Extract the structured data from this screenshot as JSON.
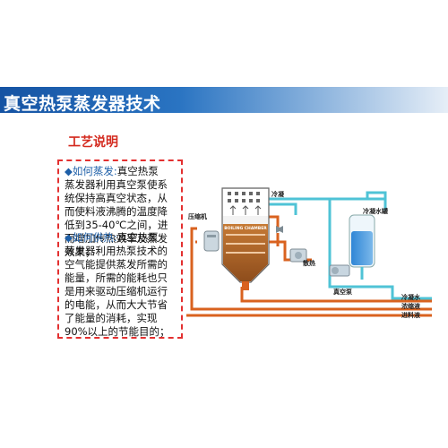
{
  "header": {
    "title": "真空热泵蒸发器技术"
  },
  "section": {
    "title": "工艺说明"
  },
  "description": {
    "item1_heading": "◆如何蒸发:",
    "item1_lines": [
      "真空热泵",
      "蒸发器利用真空泵使系",
      "统保持高真空状态，从",
      "而使料液沸腾的温度降",
      "低到35-40℃之间，进",
      "而增加传热效率及蒸发",
      "效果；"
    ],
    "item2_heading": "◆如何供热:",
    "item2_lines": [
      "真空热泵",
      "蒸发器利用热泵技术的",
      "空气能提供蒸发所需的",
      "能量，所需的能耗也只",
      "是用来驱动压缩机运行",
      "的电能，从而大大节省",
      "了能量的消耗，实现",
      "90%以上的节能目的；"
    ]
  },
  "diagram": {
    "chamber_label": "BOILING CHAMBER",
    "labels": {
      "compressor": "压缩机",
      "condense": "冷凝",
      "condensate_tank": "冷凝水罐",
      "heat_dissipation": "散热",
      "vacuum_pump": "真空泵",
      "out_condensate": "冷凝水",
      "out_concentrate": "浓缩液",
      "in_feed": "进料液"
    }
  },
  "colors": {
    "header_blue": "#1c64b4",
    "header_light": "#d9e6f4",
    "pipe_orange": "#d9621f",
    "pipe_cyan": "#4fc3d6",
    "liquid_brown": "#b5692b",
    "tank_blue": "#2a7fd0"
  }
}
